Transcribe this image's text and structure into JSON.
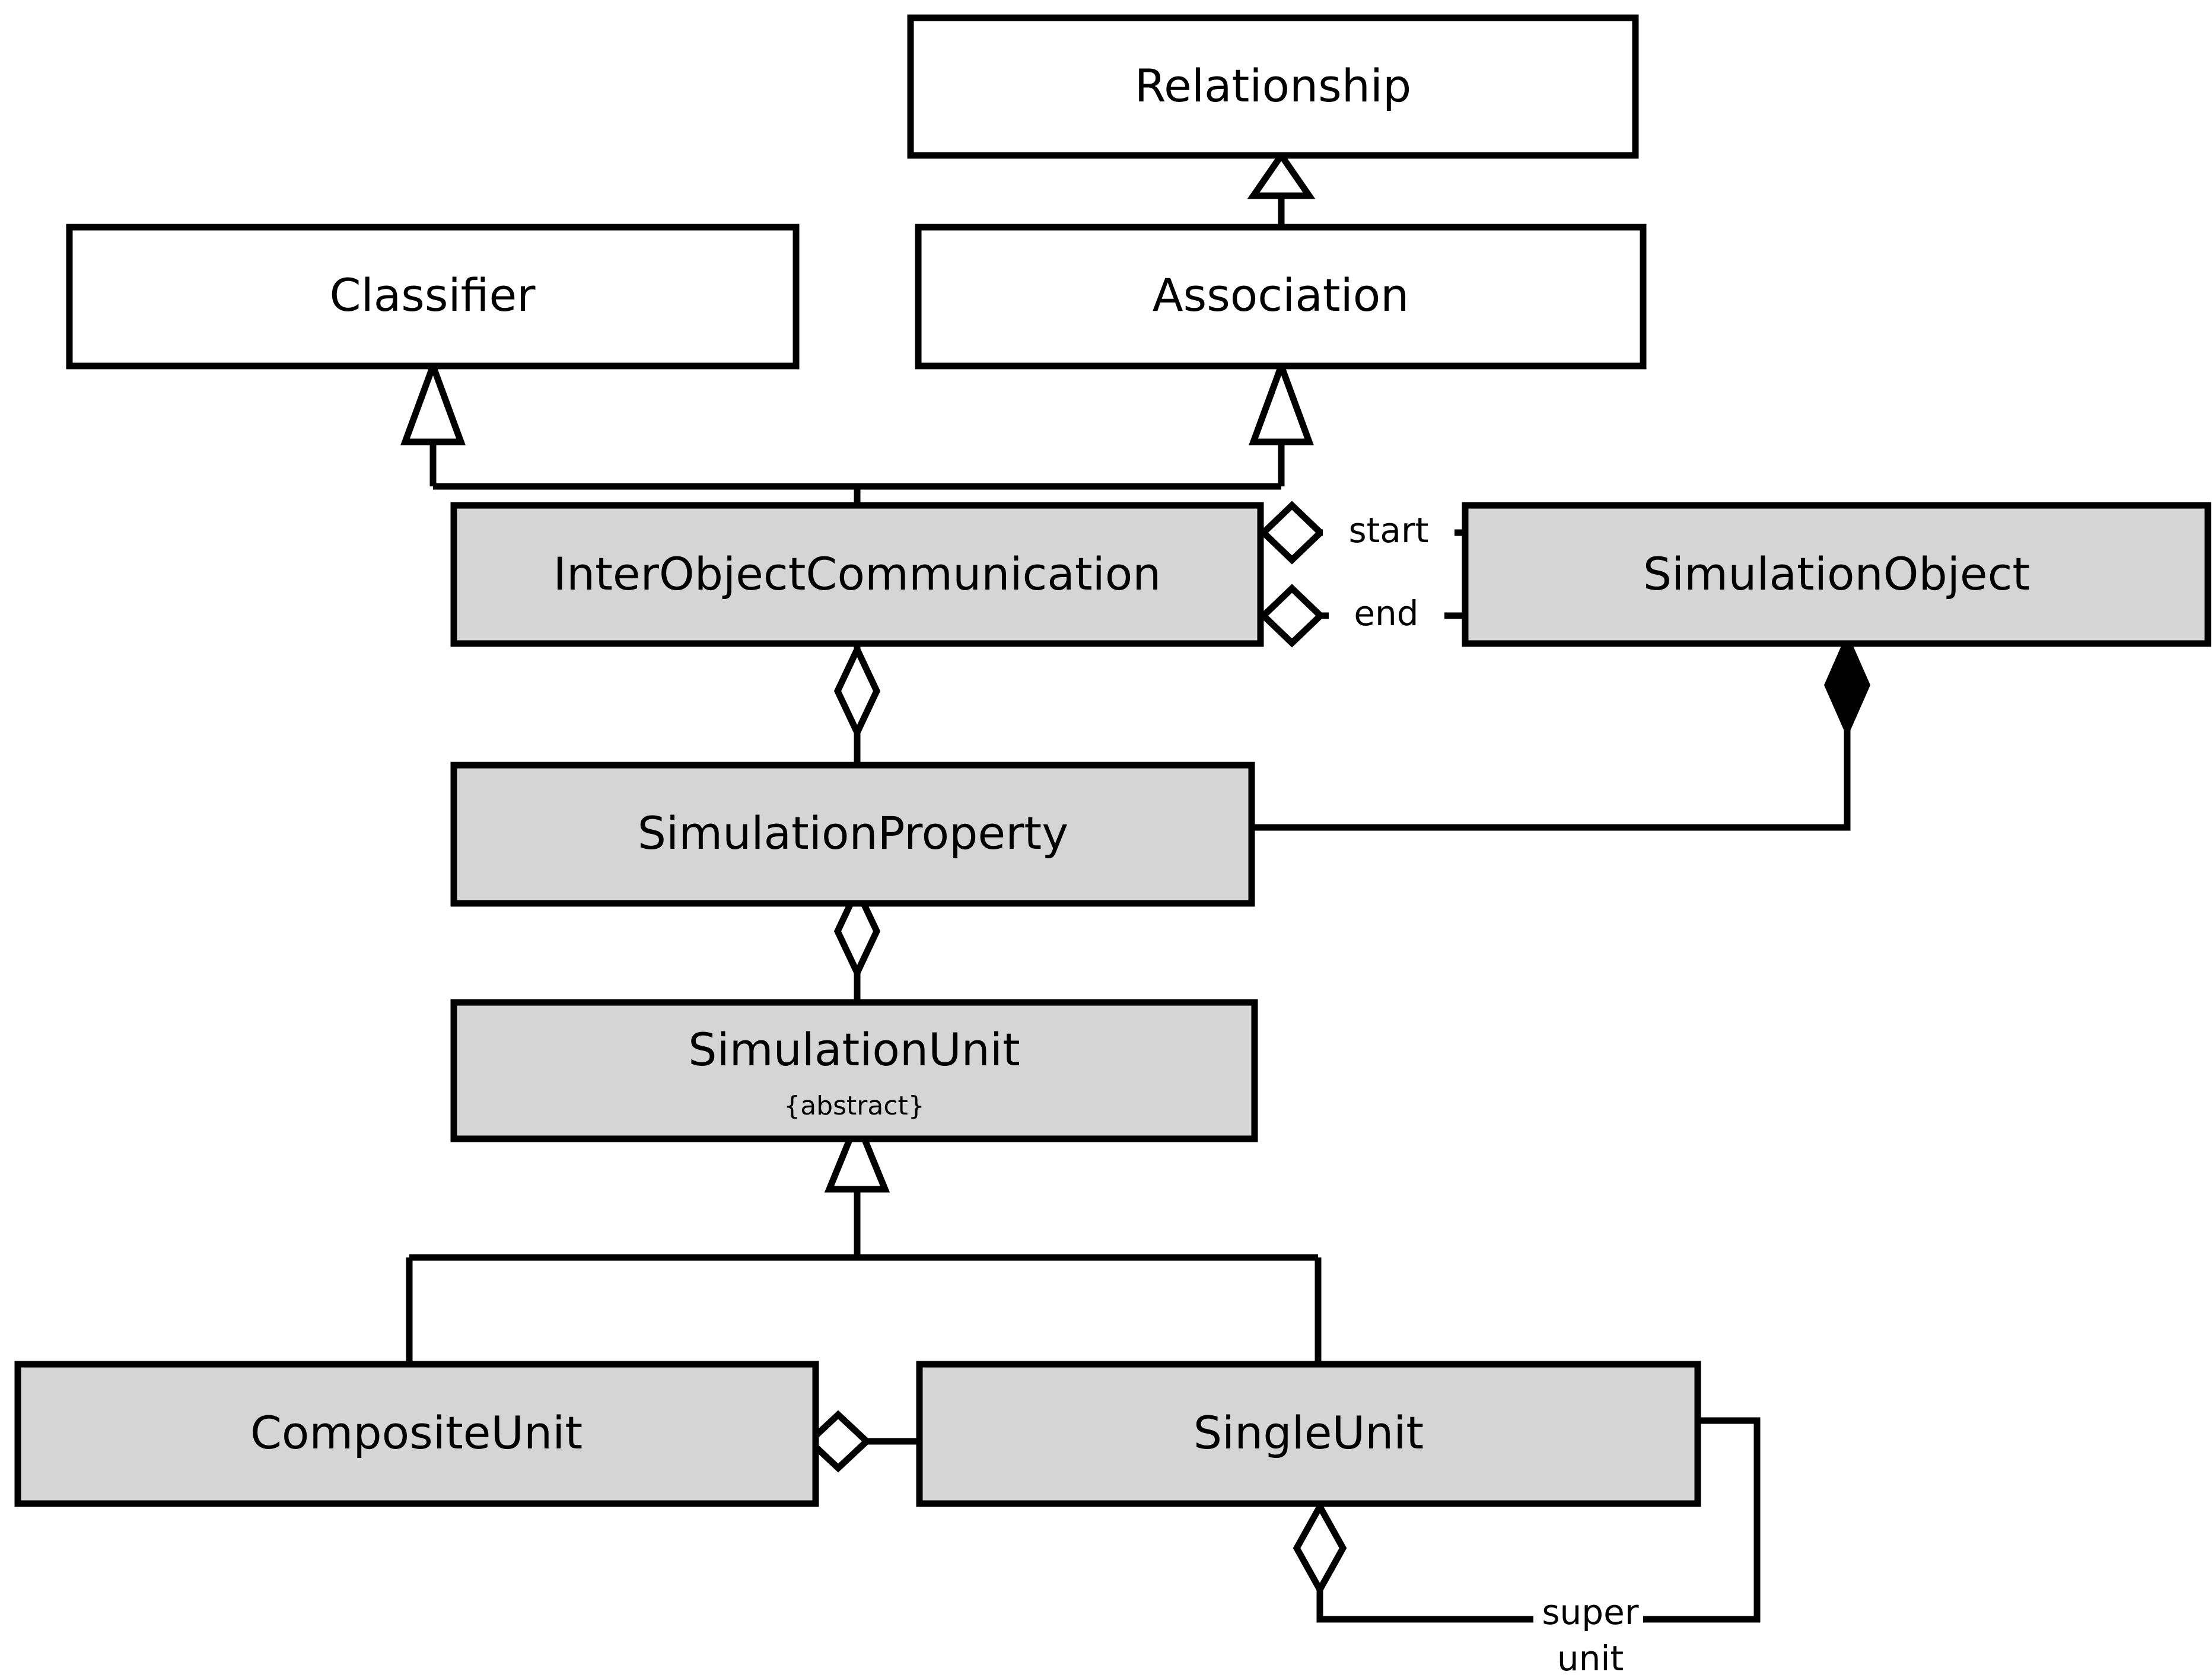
{
  "diagram": {
    "kind": "uml-class-diagram",
    "background_color": "#ffffff",
    "line_color": "#000000",
    "fill_plain": "#ffffff",
    "fill_highlight": "#d5d5d5"
  },
  "classes": {
    "relationship": {
      "name": "Relationship",
      "fill": "#ffffff"
    },
    "classifier": {
      "name": "Classifier",
      "fill": "#ffffff"
    },
    "association": {
      "name": "Association",
      "fill": "#ffffff"
    },
    "interobject": {
      "name": "InterObjectCommunication",
      "fill": "#d5d5d5"
    },
    "simobject": {
      "name": "SimulationObject",
      "fill": "#d5d5d5"
    },
    "simproperty": {
      "name": "SimulationProperty",
      "fill": "#d5d5d5"
    },
    "simunit": {
      "name": "SimulationUnit",
      "stereotype": "{abstract}",
      "fill": "#d5d5d5"
    },
    "compositeunit": {
      "name": "CompositeUnit",
      "fill": "#d5d5d5"
    },
    "singleunit": {
      "name": "SingleUnit",
      "fill": "#d5d5d5"
    }
  },
  "edge_labels": {
    "start": "start",
    "end": "end",
    "super_line1": "super",
    "super_line2": "unit"
  },
  "relations": [
    {
      "from": "association",
      "to": "relationship",
      "type": "generalization"
    },
    {
      "from": "interobject",
      "to": "classifier",
      "type": "generalization"
    },
    {
      "from": "interobject",
      "to": "association",
      "type": "generalization"
    },
    {
      "from": "interobject",
      "to": "simobject",
      "type": "aggregation",
      "label": "start"
    },
    {
      "from": "interobject",
      "to": "simobject",
      "type": "aggregation",
      "label": "end"
    },
    {
      "from": "interobject",
      "to": "simproperty",
      "type": "aggregation"
    },
    {
      "from": "simobject",
      "to": "simproperty",
      "type": "composition"
    },
    {
      "from": "simproperty",
      "to": "simunit",
      "type": "aggregation"
    },
    {
      "from": "compositeunit",
      "to": "simunit",
      "type": "generalization"
    },
    {
      "from": "singleunit",
      "to": "simunit",
      "type": "generalization"
    },
    {
      "from": "compositeunit",
      "to": "singleunit",
      "type": "aggregation"
    },
    {
      "from": "singleunit",
      "to": "singleunit",
      "type": "aggregation",
      "label": "super unit"
    }
  ]
}
